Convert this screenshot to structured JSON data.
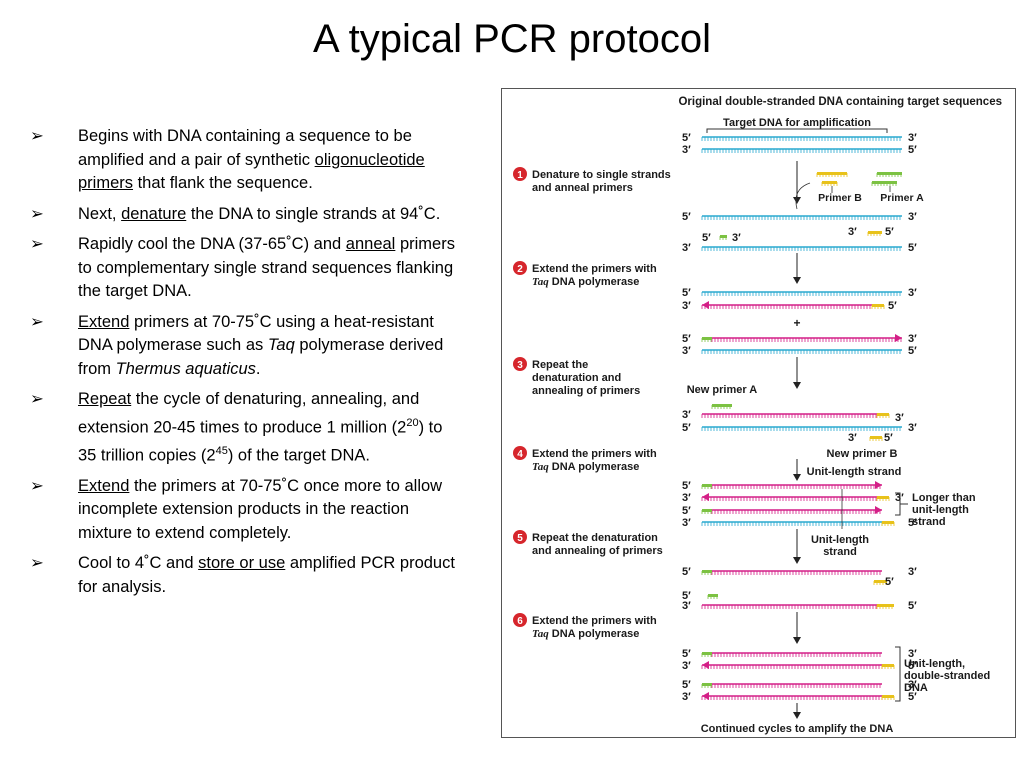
{
  "title": "A typical PCR protocol",
  "bullets": [
    {
      "marker": "➢",
      "parts": [
        {
          "t": "Begins with DNA containing a sequence to be amplified and a pair of synthetic "
        },
        {
          "t": "oligonucleotide primers",
          "u": true
        },
        {
          "t": " that flank the sequence."
        }
      ]
    },
    {
      "marker": "➢",
      "parts": [
        {
          "t": "Next, "
        },
        {
          "t": "denature",
          "u": true
        },
        {
          "t": " the DNA to single strands at 94˚C."
        }
      ]
    },
    {
      "marker": "➢",
      "parts": [
        {
          "t": "Rapidly cool the DNA (37-65˚C) and "
        },
        {
          "t": "anneal",
          "u": true
        },
        {
          "t": " primers to complementary single strand sequences flanking the target DNA."
        }
      ]
    },
    {
      "marker": "➢",
      "parts": [
        {
          "t": "Extend",
          "u": true
        },
        {
          "t": " primers at 70-75˚C using a heat-resistant DNA polymerase such as "
        },
        {
          "t": "Taq",
          "i": true
        },
        {
          "t": " polymerase derived from "
        },
        {
          "t": "Thermus aquaticus",
          "i": true
        },
        {
          "t": "."
        }
      ]
    },
    {
      "marker": "➢",
      "parts": [
        {
          "t": "Repeat",
          "u": true
        },
        {
          "t": " the cycle of denaturing, annealing, and extension 20-45 times to produce 1 million (2"
        },
        {
          "t": "20",
          "sup": true
        },
        {
          "t": ") to 35 trillion copies (2"
        },
        {
          "t": "45",
          "sup": true
        },
        {
          "t": ") of the target DNA."
        }
      ]
    },
    {
      "marker": "➢",
      "parts": [
        {
          "t": "Extend",
          "u": true
        },
        {
          "t": " the primers at 70-75˚C once more to allow incomplete extension products in the reaction mixture to extend completely."
        }
      ]
    },
    {
      "marker": "➢",
      "parts": [
        {
          "t": " Cool to 4˚C and "
        },
        {
          "t": "store or use",
          "u": true
        },
        {
          "t": " amplified PCR product for analysis."
        }
      ]
    }
  ],
  "figure": {
    "header": "Original double-stranded DNA containing target sequences",
    "target_label": "Target DNA for amplification",
    "primer_a": "Primer A",
    "primer_b": "Primer B",
    "new_primer_a": "New primer A",
    "new_primer_b": "New primer B",
    "unit_length_strand": "Unit-length strand",
    "longer_than": [
      "Longer than",
      "unit-length",
      "strand"
    ],
    "unit_length_strand_2": [
      "Unit-length",
      "strand"
    ],
    "unit_length_ds": [
      "Unit-length,",
      "double-stranded",
      "DNA"
    ],
    "plus": "+",
    "five": "5′",
    "three": "3′",
    "steps": [
      {
        "num": "1",
        "lines": [
          {
            "t": "Denature to single strands"
          },
          {
            "t": "and anneal primers"
          }
        ]
      },
      {
        "num": "2",
        "lines": [
          {
            "t": "Extend the primers with"
          },
          {
            "t": "Taq",
            "i": true,
            "rest": " DNA polymerase"
          }
        ]
      },
      {
        "num": "3",
        "lines": [
          {
            "t": "Repeat the"
          },
          {
            "t": "denaturation and"
          },
          {
            "t": "annealing of primers"
          }
        ]
      },
      {
        "num": "4",
        "lines": [
          {
            "t": "Extend the primers with"
          },
          {
            "t": "Taq",
            "i": true,
            "rest": " DNA polymerase"
          }
        ]
      },
      {
        "num": "5",
        "lines": [
          {
            "t": "Repeat the denaturation"
          },
          {
            "t": "and annealing of primers"
          }
        ]
      },
      {
        "num": "6",
        "lines": [
          {
            "t": "Extend the primers with"
          },
          {
            "t": "Taq",
            "i": true,
            "rest": " DNA polymerase"
          }
        ]
      }
    ],
    "footer": "Continued cycles to amplify the DNA",
    "colors": {
      "blue": "#29a9cf",
      "magenta": "#d41f87",
      "green": "#7cc242",
      "yellow": "#e8c21a",
      "step": "#d6262c",
      "text": "#1a1a1a"
    }
  }
}
